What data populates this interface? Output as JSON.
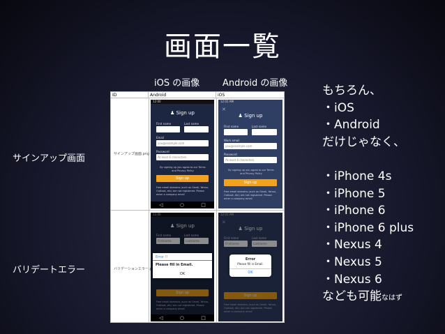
{
  "title": "画面一覧",
  "columns": {
    "ios": "iOS の画像",
    "android": "Android の画像"
  },
  "rows": {
    "signup": "サインアップ画面",
    "validate": "バリデートエラー"
  },
  "sheet": {
    "headers": [
      "ID",
      "Android",
      "iOS"
    ],
    "row1_name": "サインアップ画面.png",
    "row2_name": "バリデーションエラー.png"
  },
  "phone": {
    "title": "Sign up",
    "first_name": "First name",
    "last_name": "Last name",
    "first_value": "Firstname",
    "last_value": "Lastname",
    "email": "Email",
    "email_placeholder": "you@example.com",
    "work_email": "Work email",
    "password": "Password",
    "password_placeholder": "At least 6 characters",
    "agree": "By signing up you agree to our Terms and Privacy Policy",
    "signup_button": "Sign up",
    "footer_note": "Free email domains (such as Gmail, Yahoo, Outlook, etc) are not registered. Please enter a company email",
    "ios_time": "12:01 AM",
    "android_time": "12:00",
    "error_title_android": "Error !!",
    "error_title_ios": "Error",
    "error_msg": "Please fill in Email.",
    "ok": "OK"
  },
  "text_lines": [
    "もちろん、",
    "・iOS",
    "・Android",
    "だけじゃなく、",
    "",
    "・iPhone 4s",
    "・iPhone 5",
    "・iPhone 6",
    "・iPhone 6 plus",
    "・Nexus 4",
    "・Nexus 5",
    "・Nexus 6"
  ],
  "last_line": {
    "main": "なども可能",
    "small": "なはず"
  }
}
